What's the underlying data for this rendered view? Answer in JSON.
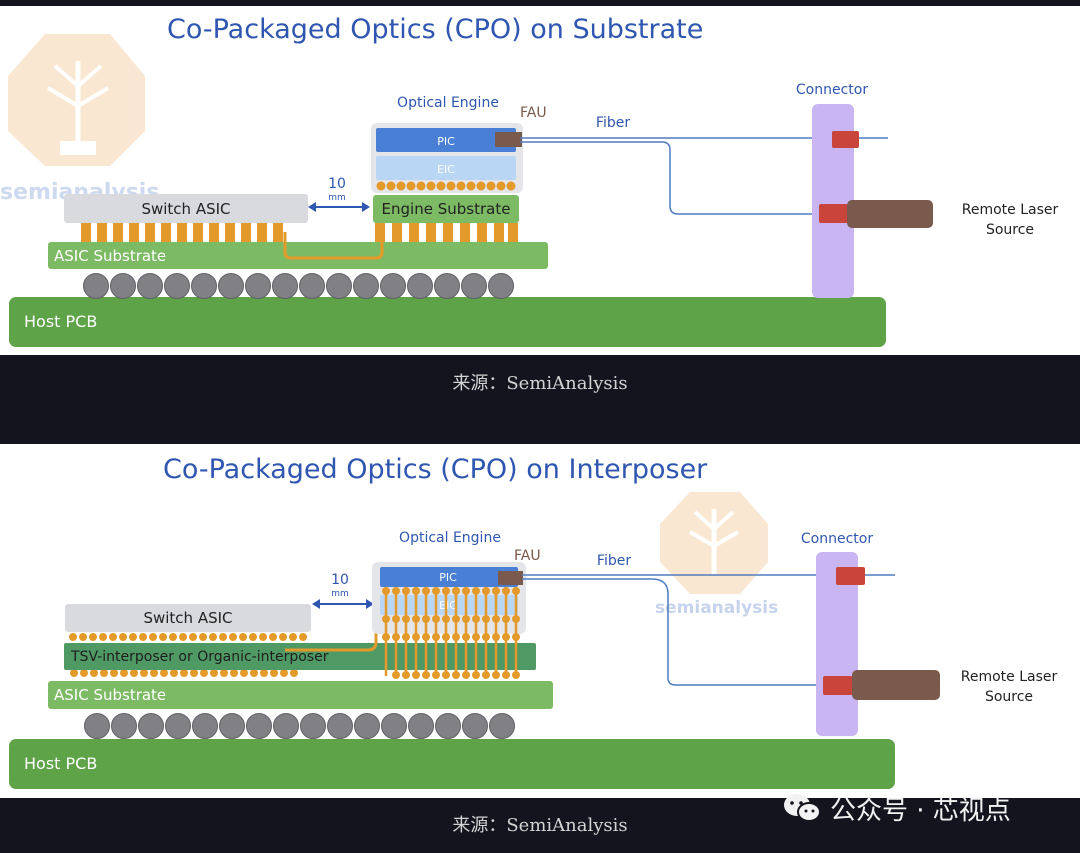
{
  "diagram1": {
    "title": "Co-Packaged Optics (CPO) on Substrate",
    "optical_engine": "Optical Engine",
    "fau": "FAU",
    "pic": "PIC",
    "eic": "EIC",
    "fiber": "Fiber",
    "connector": "Connector",
    "switch_asic": "Switch ASIC",
    "engine_substrate": "Engine Substrate",
    "asic_substrate": "ASIC Substrate",
    "host_pcb": "Host PCB",
    "remote_laser_line1": "Remote Laser",
    "remote_laser_line2": "Source",
    "distance_value": "10",
    "distance_unit": "mm",
    "logo_text": "semianalysis"
  },
  "caption1": "来源：SemiAnalysis",
  "diagram2": {
    "title": "Co-Packaged Optics (CPO) on Interposer",
    "optical_engine": "Optical Engine",
    "fau": "FAU",
    "pic": "PIC",
    "eic": "EIC",
    "fiber": "Fiber",
    "connector": "Connector",
    "switch_asic": "Switch ASIC",
    "interposer": "TSV-interposer or Organic-interposer",
    "asic_substrate": "ASIC Substrate",
    "host_pcb": "Host PCB",
    "remote_laser_line1": "Remote Laser",
    "remote_laser_line2": "Source",
    "distance_value": "10",
    "distance_unit": "mm",
    "logo_text": "semianalysis"
  },
  "caption2": "来源：SemiAnalysis",
  "watermark": "公众号 · 芯视点",
  "colors": {
    "title_blue": "#2f56b0",
    "green": "#7cba63",
    "dark_green": "#5ea348",
    "interposer_green": "#4f9a64",
    "gray_chip": "#d9dadd",
    "pic_blue": "#4a7fd6",
    "eic_blue": "#b9d6f4",
    "orange": "#e39a2b",
    "connector_purple": "#c9b5f2",
    "red": "#c9443a",
    "brown": "#7a5a4c",
    "fiber": "#4f7cc0",
    "ball_gray": "#808085",
    "logo_orange": "#f6d4ae"
  }
}
